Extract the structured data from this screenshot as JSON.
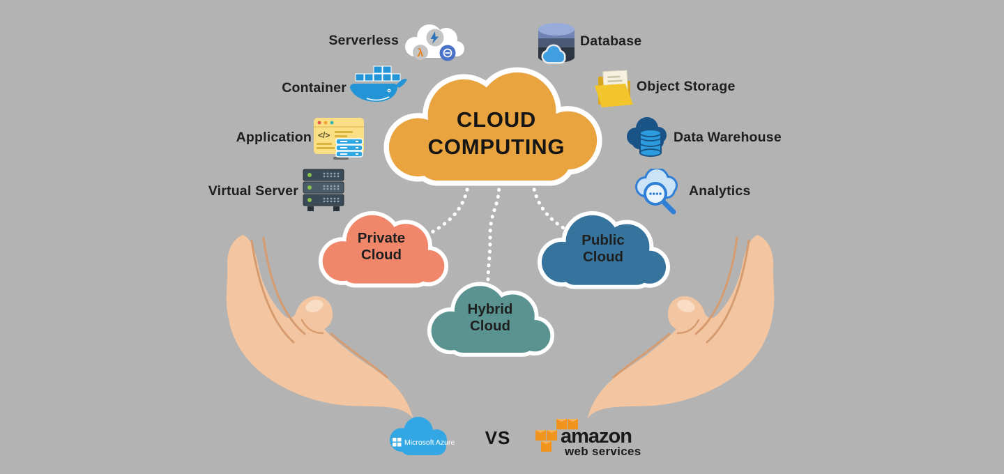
{
  "colors": {
    "background": "#B3B3B3",
    "main_cloud": "#E9A440",
    "private_cloud": "#F0876B",
    "public_cloud": "#36749D",
    "hybrid_cloud": "#5A9390",
    "azure_blue": "#33A7E4",
    "aws_orange": "#F0941E",
    "hand_skin": "#F3C6A1"
  },
  "title": {
    "line1": "CLOUD",
    "line2": "COMPUTING"
  },
  "services_left": [
    {
      "label": "Serverless",
      "icon": "serverless-functions-cloud-icon"
    },
    {
      "label": "Container",
      "icon": "docker-whale-icon"
    },
    {
      "label": "Application",
      "icon": "app-window-icon"
    },
    {
      "label": "Virtual Server",
      "icon": "server-rack-icon"
    }
  ],
  "services_right": [
    {
      "label": "Database",
      "icon": "database-cylinder-icon"
    },
    {
      "label": "Object Storage",
      "icon": "folder-document-icon"
    },
    {
      "label": "Data Warehouse",
      "icon": "cloud-cylinder-icon"
    },
    {
      "label": "Analytics",
      "icon": "magnifier-cloud-icon"
    }
  ],
  "deployment_models": [
    {
      "line1": "Private",
      "line2": "Cloud",
      "color": "#F0876B"
    },
    {
      "line1": "Public",
      "line2": "Cloud",
      "color": "#36749D"
    },
    {
      "line1": "Hybrid",
      "line2": "Cloud",
      "color": "#5A9390"
    }
  ],
  "footer": {
    "azure_label": "Microsoft Azure",
    "vs_label": "VS",
    "aws_line1": "amazon",
    "aws_line2": "web services"
  },
  "glyphs": {
    "lambda": "λ",
    "code": "</>"
  }
}
